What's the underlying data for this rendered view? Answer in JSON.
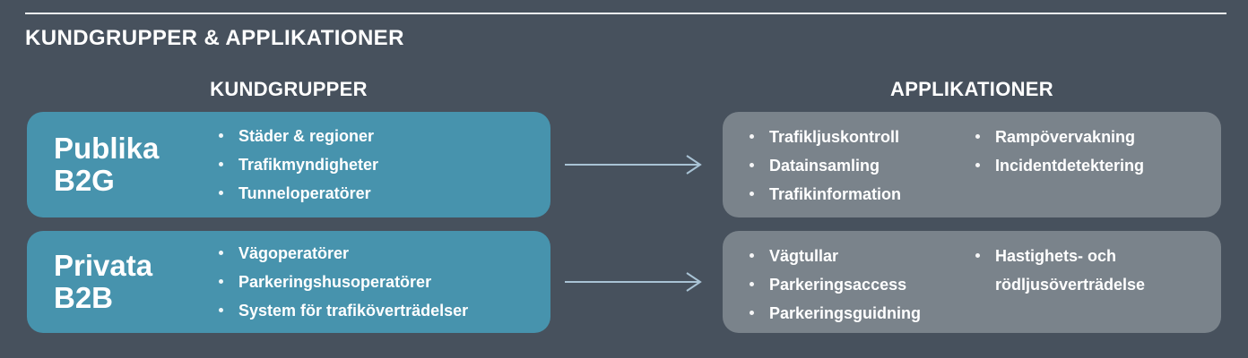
{
  "title": "KUNDGRUPPER & APPLIKATIONER",
  "columns": {
    "left_header": "KUNDGRUPPER",
    "right_header": "APPLIKATIONER"
  },
  "rows": [
    {
      "group": {
        "label_line1": "Publika",
        "label_line2": "B2G",
        "items": [
          "Städer & regioner",
          "Trafikmyndigheter",
          "Tunneloperatörer"
        ]
      },
      "applications": {
        "col1": [
          "Trafikljuskontroll",
          "Datainsamling",
          "Trafikinformation"
        ],
        "col2": [
          "Rampövervakning",
          "Incidentdetektering"
        ]
      }
    },
    {
      "group": {
        "label_line1": "Privata",
        "label_line2": "B2B",
        "items": [
          "Vägoperatörer",
          "Parkeringshusoperatörer",
          "System för trafiköverträdelser"
        ]
      },
      "applications": {
        "col1": [
          "Vägtullar",
          "Parkeringsaccess",
          "Parkeringsguidning"
        ],
        "col2": [
          "Hastighets- och rödljusöverträdelse"
        ]
      }
    }
  ],
  "colors": {
    "background": "#47515D",
    "group_box": "#4793AD",
    "app_box": "#7A838B",
    "arrow": "#A9C3D5",
    "rule": "#EFF2F4",
    "text": "#FFFFFF"
  }
}
